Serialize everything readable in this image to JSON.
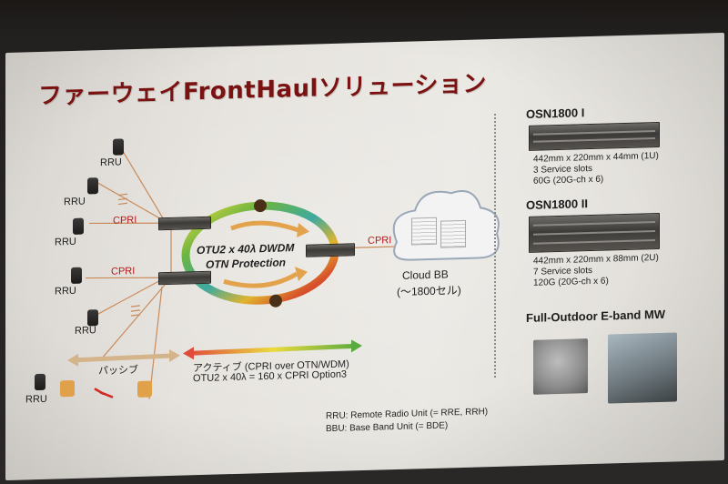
{
  "title": "ファーウェイFrontHaulソリューション",
  "rru_label": "RRU",
  "cpri_label": "CPRI",
  "ring": {
    "line1": "OTU2  x 40λ DWDM",
    "line2": "OTN Protection"
  },
  "cloud": {
    "name": "Cloud BB",
    "capacity": "(〜1800セル)"
  },
  "legend": {
    "passive": "パッシブ",
    "active": "アクティブ (CPRI over OTN/WDM)",
    "formula": "OTU2 x 40λ = 160 x CPRI Option3"
  },
  "notes": {
    "rru": "RRU: Remote Radio Unit (= RRE, RRH)",
    "bbu": "BBU: Base Band Unit (= BDE)"
  },
  "products": [
    {
      "name": "OSN1800 I",
      "specs": [
        "442mm x 220mm x 44mm (1U)",
        "3 Service slots",
        "60G (20G-ch x 6)"
      ]
    },
    {
      "name": "OSN1800 II",
      "specs": [
        "442mm x 220mm x 88mm (2U)",
        "7 Service slots",
        "120G (20G-ch x 6)"
      ]
    }
  ],
  "eband": {
    "name": "Full-Outdoor E-band MW"
  },
  "colors": {
    "title": "#7a1212",
    "cpri": "#b31b1b",
    "link": "#c98a5a",
    "passive_arrow": "#d4b48a"
  }
}
